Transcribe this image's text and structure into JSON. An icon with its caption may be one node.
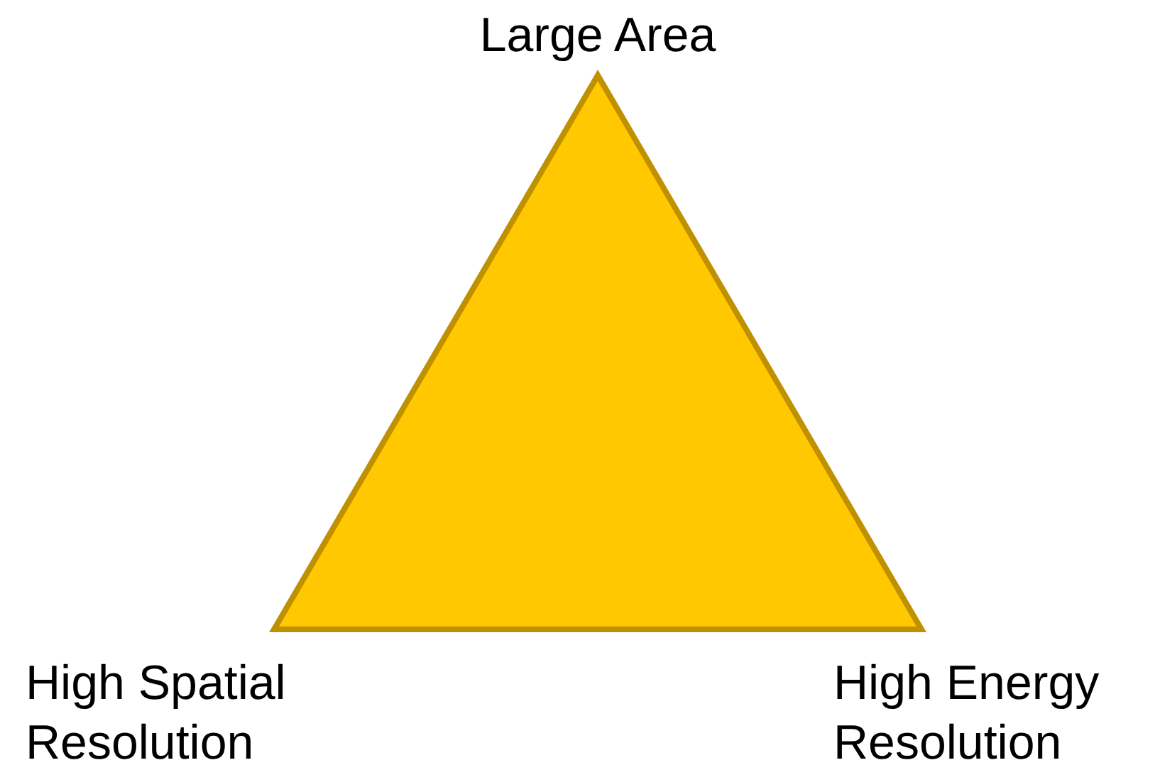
{
  "diagram": {
    "labels": [
      "Large Area",
      "High Spatial Resolution",
      "High Energy Resolution"
    ]
  }
}
